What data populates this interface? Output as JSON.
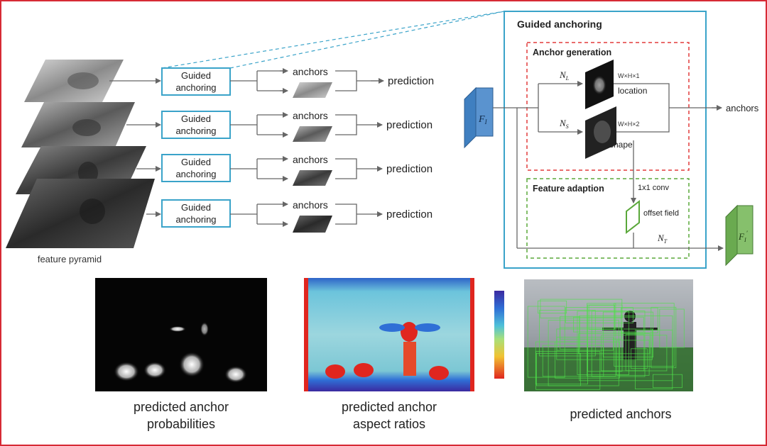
{
  "pyramid_label": "feature pyramid",
  "ga_box_label": [
    "Guided",
    "anchoring"
  ],
  "rows": [
    {
      "anchors": "anchors",
      "prediction": "prediction"
    },
    {
      "anchors": "anchors",
      "prediction": "prediction"
    },
    {
      "anchors": "anchors",
      "prediction": "prediction"
    },
    {
      "anchors": "anchors",
      "prediction": "prediction"
    }
  ],
  "detail": {
    "title": "Guided anchoring",
    "anchor_generation": "Anchor generation",
    "feature_adaption": "Feature adaption",
    "input_feature": "F",
    "input_sub": "I",
    "output_feature": "F",
    "output_sub": "I",
    "output_prime": "′",
    "n_location": "N",
    "n_location_sub": "L",
    "n_shape": "N",
    "n_shape_sub": "S",
    "n_transform": "N",
    "n_transform_sub": "T",
    "location_dims": "W×H×1",
    "shape_dims": "W×H×2",
    "location_label": "location",
    "shape_label": "shape",
    "conv_label": "1x1 conv",
    "offset_label": "offset field",
    "anchors_out": "anchors"
  },
  "captions": {
    "probabilities": [
      "predicted anchor",
      "probabilities"
    ],
    "aspect_ratios": [
      "predicted anchor",
      "aspect ratios"
    ],
    "anchors": "predicted anchors"
  },
  "colors": {
    "frame": "#d62a35",
    "ga_box": "#3aa3c9",
    "anchor_generation_box": "#e23b3b",
    "feature_adaption_box": "#5aa83a",
    "input_feature": "#3f7fc0",
    "output_feature": "#6aaa50"
  }
}
